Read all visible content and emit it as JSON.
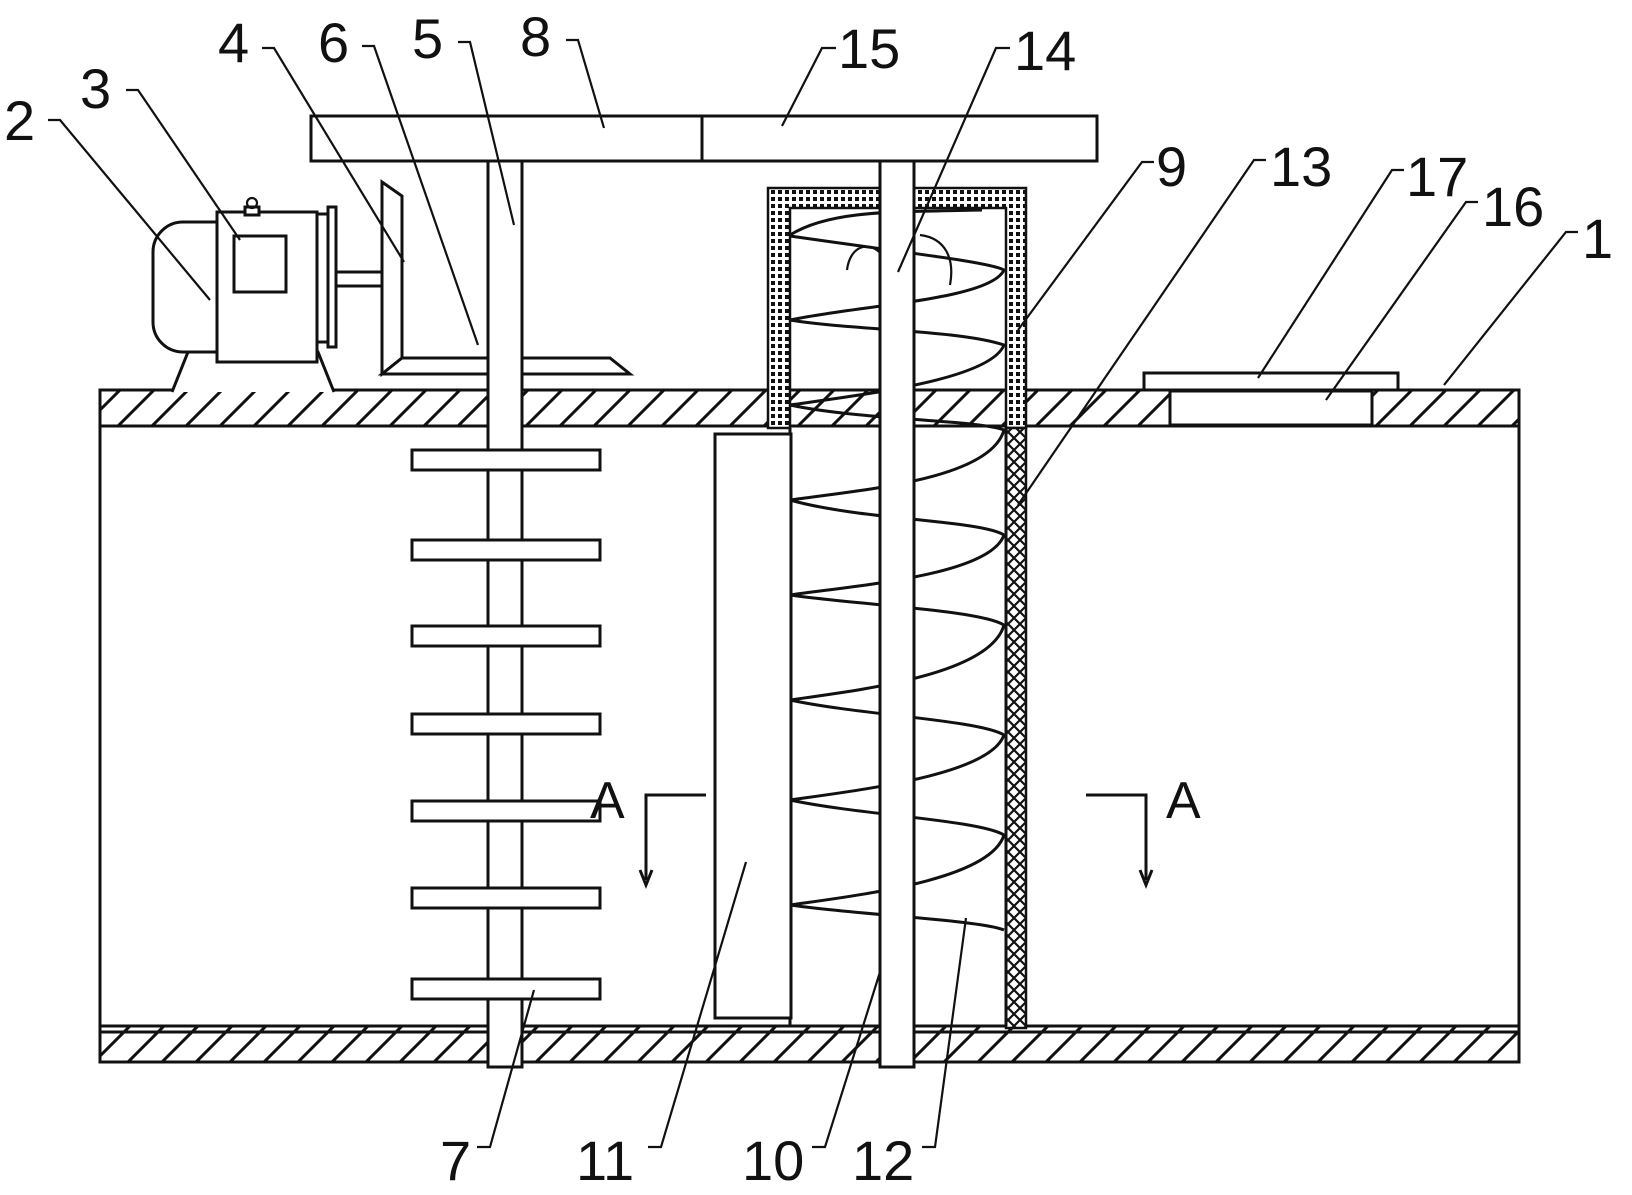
{
  "labels": {
    "l1": "1",
    "l2": "2",
    "l3": "3",
    "l4": "4",
    "l5": "5",
    "l6": "6",
    "l7": "7",
    "l8": "8",
    "l9": "9",
    "l10": "10",
    "l11": "11",
    "l12": "12",
    "l13": "13",
    "l14": "14",
    "l15": "15",
    "l16": "16",
    "l17": "17"
  },
  "section_marks": {
    "left": "A",
    "right": "A"
  }
}
